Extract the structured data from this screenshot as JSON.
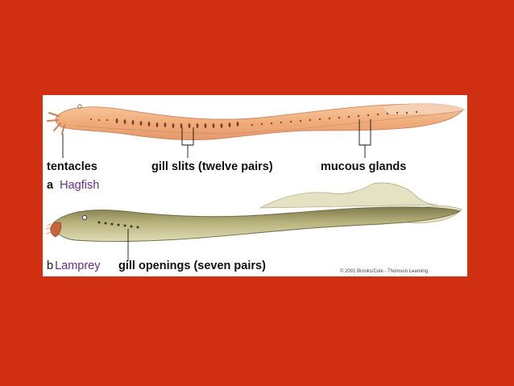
{
  "labels": {
    "tentacles": "tentacles",
    "gill_slits": "gill slits (twelve pairs)",
    "mucous_glands": "mucous glands",
    "panel_a_letter": "a",
    "panel_a_name": "Hagfish",
    "panel_b_letter": "b",
    "panel_b_name": "Lamprey",
    "gill_openings": "gill openings (seven pairs)"
  },
  "credit": "© 2001 Brooks/Cole - Thomson Learning",
  "colors": {
    "background": "#d12f12",
    "figure": "#ffffff",
    "hagfish_body": "#f0b07e",
    "lamprey_body": "#b9b27c",
    "species_label": "#6a2c8c"
  }
}
